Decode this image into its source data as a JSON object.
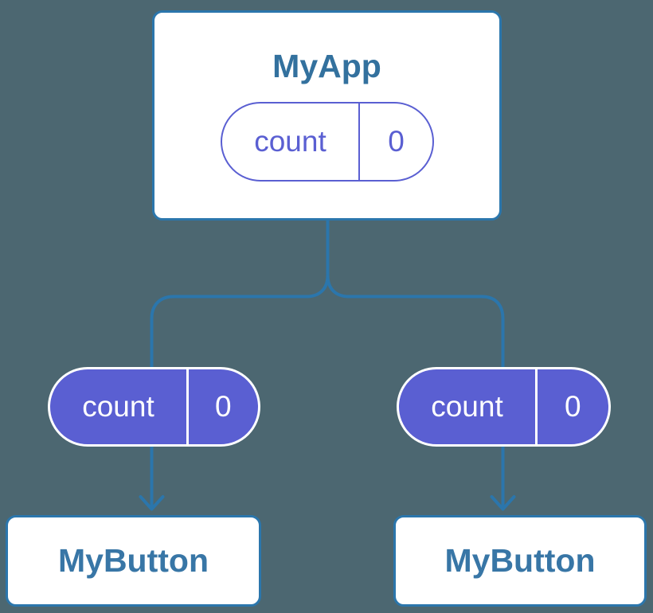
{
  "diagram": {
    "type": "component-tree",
    "root": {
      "label": "MyApp",
      "state_pill": {
        "name": "count",
        "value": "0"
      }
    },
    "edges": [
      {
        "from": "MyApp",
        "to": "MyButton",
        "prop_pill": {
          "name": "count",
          "value": "0"
        }
      },
      {
        "from": "MyApp",
        "to": "MyButton",
        "prop_pill": {
          "name": "count",
          "value": "0"
        }
      }
    ],
    "children": [
      {
        "label": "MyButton"
      },
      {
        "label": "MyButton"
      }
    ],
    "colors": {
      "background": "#4C6771",
      "connector_blue": "#2B76AC",
      "node_fill": "#FFFFFF",
      "node_label_blue": "#33719E",
      "pill_purple": "#5A5FD2",
      "pill_text_on_purple": "#FFFFFF"
    }
  }
}
